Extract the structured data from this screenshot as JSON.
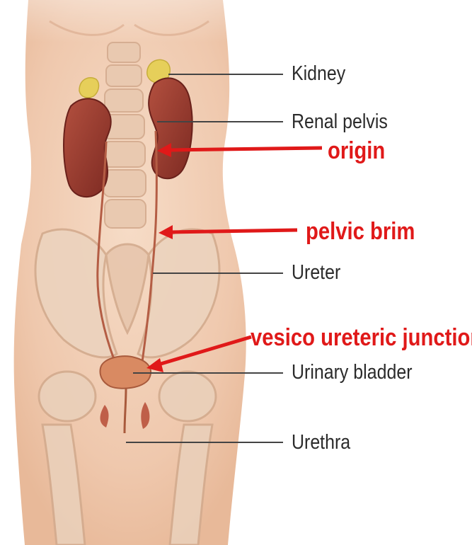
{
  "labels": {
    "kidney": "Kidney",
    "renal_pelvis": "Renal pelvis",
    "ureter": "Ureter",
    "urinary_bladder": "Urinary bladder",
    "urethra": "Urethra"
  },
  "annotations": {
    "origin": "origin",
    "pelvic_brim": "pelvic brim",
    "vesico_ureteric_junction": "vesico ureteric junction"
  },
  "colors": {
    "annotation": "#e01919",
    "label_text": "#2b2b2b",
    "skin": "#f2cfb4",
    "kidney": "#9a3a30",
    "adrenal": "#e6cf5a",
    "bladder": "#d98a62"
  }
}
